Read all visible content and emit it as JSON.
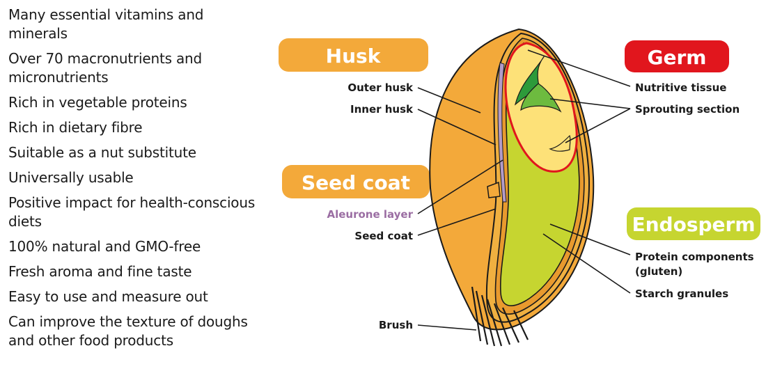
{
  "benefits": [
    "Many essential vitamins and minerals",
    "Over 70 macronutrients and micronutrients",
    "Rich in vegetable proteins",
    "Rich in dietary fibre",
    "Suitable as a nut substitute",
    "Universally usable",
    "Positive impact for health-conscious diets",
    "100% natural and GMO-free",
    "Fresh aroma and fine taste",
    "Easy to use and measure out",
    "Can improve the texture of doughs and other food products"
  ],
  "headings": {
    "husk": "Husk",
    "seed_coat": "Seed coat",
    "germ": "Germ",
    "endosperm": "Endosperm"
  },
  "labels": {
    "outer_husk": "Outer husk",
    "inner_husk": "Inner husk",
    "aleurone_layer": "Aleurone layer",
    "seed_coat": "Seed coat",
    "brush": "Brush",
    "nutritive_tissue": "Nutritive tissue",
    "sprouting_section": "Sprouting section",
    "protein_components_line1": "Protein components",
    "protein_components_line2": "(gluten)",
    "starch_granules": "Starch granules"
  },
  "colors": {
    "husk": "#f3a93a",
    "seed_coat": "#f3a93a",
    "germ": "#e1161d",
    "endosperm": "#c6d530",
    "aleurone_text": "#9b6ea3",
    "nutritive_tissue": "#fde178",
    "sprout": "#2d9a3a"
  }
}
